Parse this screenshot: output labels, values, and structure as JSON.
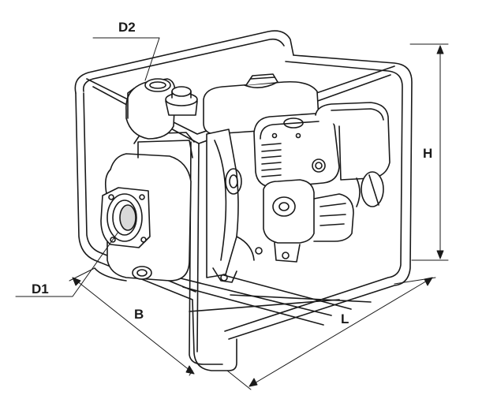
{
  "labels": {
    "d2": "D2",
    "d1": "D1",
    "h": "H",
    "b": "B",
    "l": "L"
  },
  "colors": {
    "line": "#1a1a1a",
    "fill": "#ffffff",
    "shade": "#d9d9d9"
  }
}
